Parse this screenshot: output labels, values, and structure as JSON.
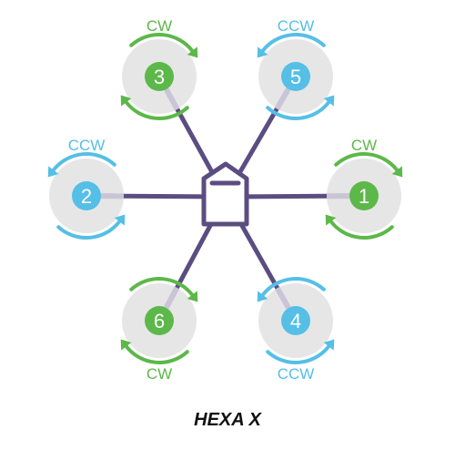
{
  "title": "HEXA X",
  "colors": {
    "cw": "#5cb849",
    "ccw": "#55bfe6",
    "arm": "#5b4d82",
    "prop_disc": "#e6e6e6",
    "arm_stub": "#c9c4d6"
  },
  "motors": [
    {
      "id": "1",
      "rotation": "cw",
      "rotation_label": "CW"
    },
    {
      "id": "2",
      "rotation": "ccw",
      "rotation_label": "CCW"
    },
    {
      "id": "3",
      "rotation": "cw",
      "rotation_label": "CW"
    },
    {
      "id": "4",
      "rotation": "ccw",
      "rotation_label": "CCW"
    },
    {
      "id": "5",
      "rotation": "ccw",
      "rotation_label": "CCW"
    },
    {
      "id": "6",
      "rotation": "cw",
      "rotation_label": "CW"
    }
  ]
}
